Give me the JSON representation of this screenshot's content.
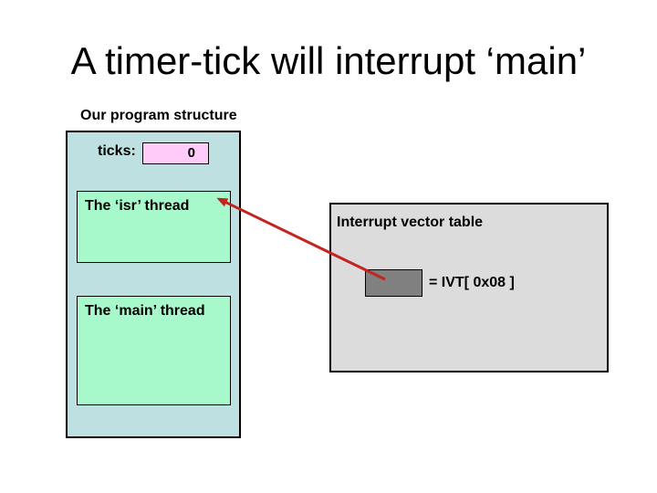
{
  "title": "A timer-tick will interrupt ‘main’",
  "program": {
    "heading": "Our program structure",
    "ticks_label": "ticks:",
    "ticks_value": "0",
    "isr_label": "The ‘isr’ thread",
    "main_label": "The ‘main’ thread"
  },
  "ivt": {
    "heading": "Interrupt vector table",
    "entry_label": "= IVT[ 0x08 ]"
  },
  "arrow": {
    "from": "ivt-entry-box",
    "to": "isr-thread-box"
  },
  "colors": {
    "slide-bg": "#ffffff",
    "text": "#000000",
    "container-bg": "#bee0e0",
    "thread-box-bg": "#a7f8ca",
    "ticks-box-bg": "#ffccfa",
    "ivt-panel-bg": "#dcdcdc",
    "ivt-entry-bg": "#808080",
    "arrow-red": "#c32420"
  }
}
